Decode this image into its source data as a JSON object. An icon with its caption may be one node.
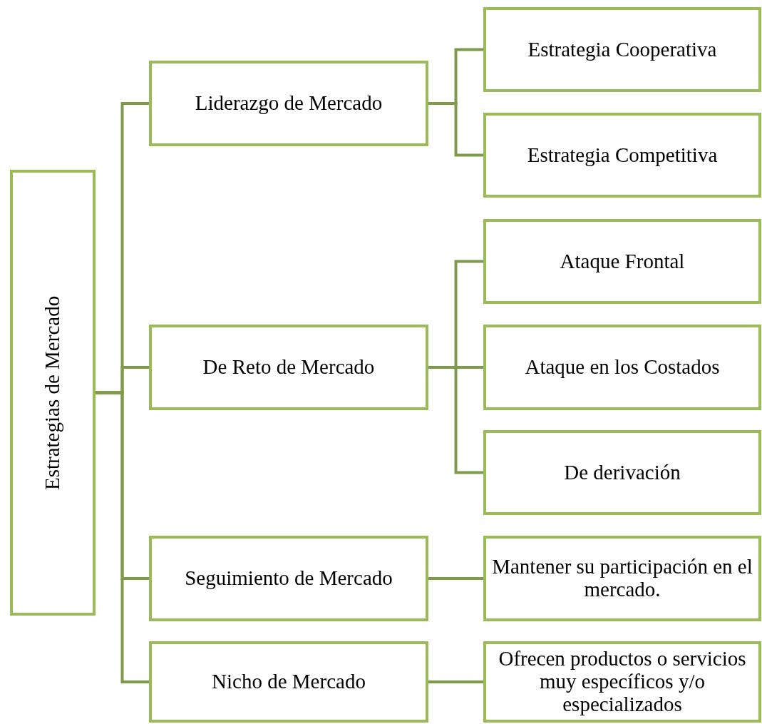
{
  "diagram": {
    "nodes": [
      {
        "text": [
          "Estrategias de Mercado"
        ]
      },
      {
        "text": [
          "Liderazgo de Mercado"
        ]
      },
      {
        "text": [
          "Estrategia Cooperativa"
        ]
      },
      {
        "text": [
          "Estrategia Competitiva"
        ]
      },
      {
        "text": [
          "De Reto de Mercado"
        ]
      },
      {
        "text": [
          "Ataque Frontal"
        ]
      },
      {
        "text": [
          "Ataque en los Costados"
        ]
      },
      {
        "text": [
          "De derivación"
        ]
      },
      {
        "text": [
          "Seguimiento de Mercado"
        ]
      },
      {
        "text": [
          "Mantener su participación en el mercado."
        ]
      },
      {
        "text": [
          "Nicho de Mercado"
        ]
      },
      {
        "text": [
          "Ofrecen productos o servicios muy específicos y/o especializados"
        ]
      }
    ],
    "edges": [
      {
        "from": 0,
        "to": 1,
        "arrow": "none"
      },
      {
        "from": 0,
        "to": 4,
        "arrow": "none"
      },
      {
        "from": 0,
        "to": 8,
        "arrow": "none"
      },
      {
        "from": 0,
        "to": 10,
        "arrow": "none"
      },
      {
        "from": 1,
        "to": 2,
        "arrow": "none"
      },
      {
        "from": 1,
        "to": 3,
        "arrow": "none"
      },
      {
        "from": 4,
        "to": 5,
        "arrow": "none"
      },
      {
        "from": 4,
        "to": 6,
        "arrow": "none"
      },
      {
        "from": 4,
        "to": 7,
        "arrow": "none"
      },
      {
        "from": 8,
        "to": 9,
        "arrow": "none"
      },
      {
        "from": 10,
        "to": 11,
        "arrow": "none"
      }
    ]
  }
}
